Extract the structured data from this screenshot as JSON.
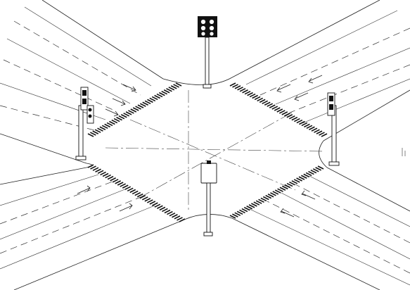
{
  "diagram": {
    "kind": "isometric four-way intersection line drawing",
    "colors": {
      "ink": "#111111",
      "background": "#ffffff"
    },
    "crosswalks": 4,
    "signal_heads": 3,
    "sign_boards": 1,
    "lane_arrows": 10
  }
}
